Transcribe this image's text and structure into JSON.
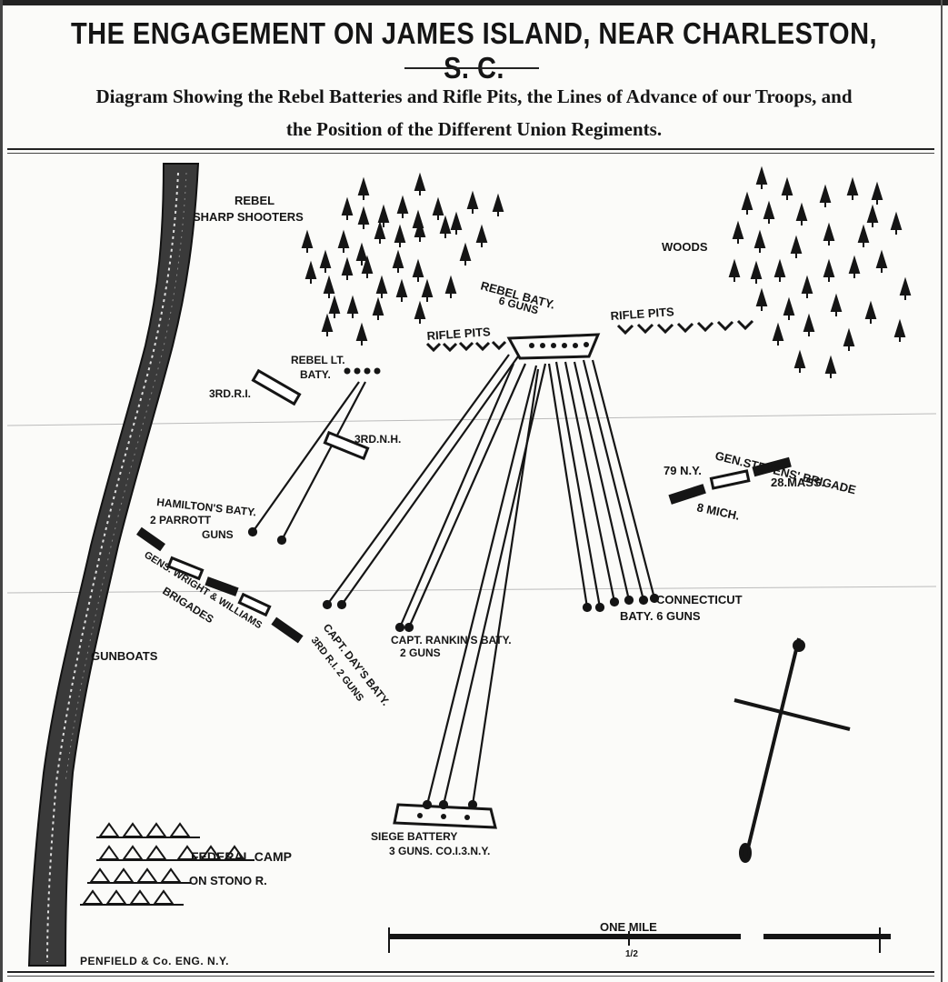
{
  "title": "THE ENGAGEMENT ON JAMES ISLAND, NEAR CHARLESTON, S. C.",
  "subtitle_line1": "Diagram Showing the Rebel Batteries and Rifle Pits, the Lines of Advance of our Troops, and",
  "subtitle_line2": "the Position of the Different Union Regiments.",
  "labels": {
    "rebel_sharpshooters_1": "REBEL",
    "rebel_sharpshooters_2": "SHARP SHOOTERS",
    "woods": "WOODS",
    "rebel_baty_1": "REBEL BATY.",
    "rebel_baty_2": "6 GUNS",
    "rifle_pits_left": "RIFLE PITS",
    "rifle_pits_right": "RIFLE PITS",
    "rebel_lt_baty_1": "REBEL LT.",
    "rebel_lt_baty_2": "BATY.",
    "third_ri": "3RD.R.I.",
    "third_nh": "3RD.N.H.",
    "hamiltons_1": "HAMILTON'S BATY.",
    "hamiltons_2": "2 PARROTT",
    "hamiltons_3": "GUNS",
    "stevens_brigade": "GEN.STEVENS' BRIGADE",
    "ny79": "79 N.Y.",
    "mass28": "28.MASS.",
    "mich8": "8 MICH.",
    "wright_williams": "GENS. WRIGHT & WILLIAMS",
    "brigades": "BRIGADES",
    "gunboats": "GUNBOATS",
    "capt_days_1": "CAPT. DAY'S BATY.",
    "capt_days_2": "3RD R.I. 2 GUNS",
    "capt_rankins_1": "CAPT. RANKIN'S BATY.",
    "capt_rankins_2": "2 GUNS",
    "connecticut_1": "CONNECTICUT",
    "connecticut_2": "BATY. 6 GUNS",
    "siege_1": "SIEGE BATTERY",
    "siege_2": "3 GUNS. CO.I.3.N.Y.",
    "federal_camp": "FEDERAL CAMP",
    "on_stono": "ON STONO R.",
    "one_mile": "ONE MILE",
    "scale_tick": "1/2"
  },
  "engraver": "PENFIELD & Co. ENG. N.Y.",
  "colors": {
    "ink": "#151515",
    "paper": "#fbfbf9"
  }
}
